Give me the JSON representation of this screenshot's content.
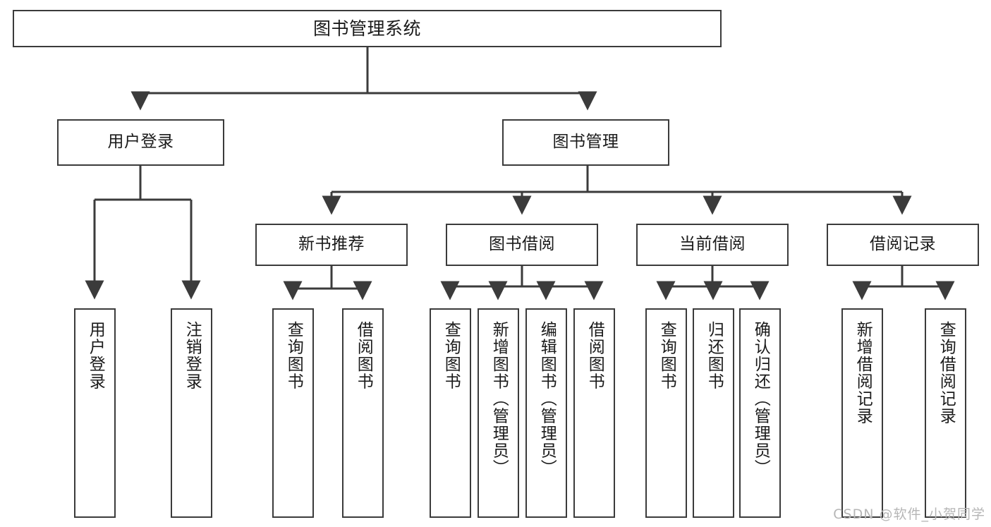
{
  "diagram": {
    "title": "图书管理系统",
    "type": "tree-hierarchy-chart",
    "watermark": "CSDN @软件_小贺同学",
    "colors": {
      "box_border": "#3b3b3b",
      "box_fill": "#ffffff",
      "edge": "#3b3b3b",
      "text": "#1a1a1a",
      "watermark": "#b6b6b6",
      "background": "#ffffff"
    },
    "nodes": {
      "root": {
        "label": "图书管理系统"
      },
      "level2": [
        {
          "id": "user-login",
          "label": "用户登录"
        },
        {
          "id": "book-manage",
          "label": "图书管理"
        }
      ],
      "level3": [
        {
          "id": "new-book-recommend",
          "label": "新书推荐"
        },
        {
          "id": "book-borrow",
          "label": "图书借阅"
        },
        {
          "id": "current-borrow",
          "label": "当前借阅"
        },
        {
          "id": "borrow-record",
          "label": "借阅记录"
        }
      ],
      "leaves": {
        "user_login": [
          {
            "id": "leaf-user-login",
            "label": "用户登录"
          },
          {
            "id": "leaf-logout-login",
            "label": "注销登录"
          }
        ],
        "new_book_recommend": [
          {
            "id": "leaf-query-book-1",
            "label": "查询图书"
          },
          {
            "id": "leaf-borrow-book-1",
            "label": "借阅图书"
          }
        ],
        "book_borrow": [
          {
            "id": "leaf-query-book-2",
            "label": "查询图书"
          },
          {
            "id": "leaf-add-book",
            "label": "新增图书（管理员）"
          },
          {
            "id": "leaf-edit-book",
            "label": "编辑图书（管理员）"
          },
          {
            "id": "leaf-borrow-book-2",
            "label": "借阅图书"
          }
        ],
        "current_borrow": [
          {
            "id": "leaf-query-book-3",
            "label": "查询图书"
          },
          {
            "id": "leaf-return-book",
            "label": "归还图书"
          },
          {
            "id": "leaf-confirm-return",
            "label": "确认归还（管理员）"
          }
        ],
        "borrow_record": [
          {
            "id": "leaf-add-record",
            "label": "新增借阅记录"
          },
          {
            "id": "leaf-query-record",
            "label": "查询借阅记录"
          }
        ]
      }
    }
  }
}
